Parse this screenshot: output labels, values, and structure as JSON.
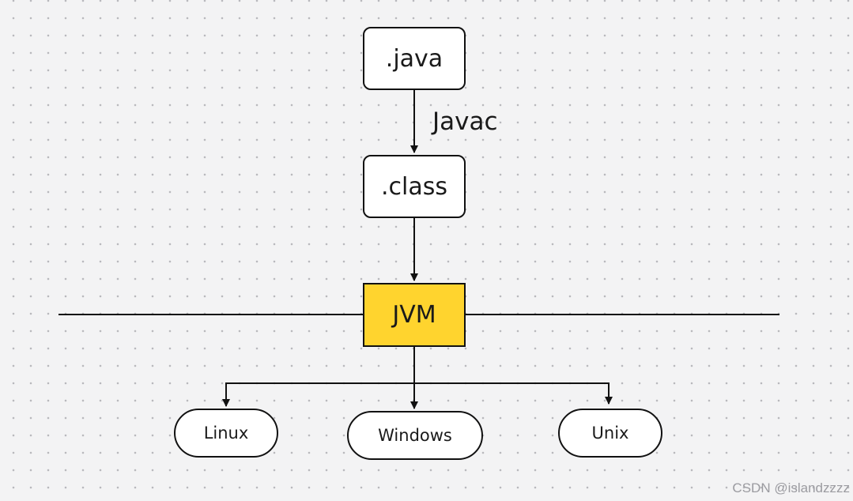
{
  "diagram": {
    "nodes": {
      "java": ".java",
      "class": ".class",
      "jvm": "JVM",
      "linux": "Linux",
      "windows": "Windows",
      "unix": "Unix"
    },
    "edge_labels": {
      "java_to_class": "Javac"
    },
    "colors": {
      "jvm_fill": "#ffd42e",
      "stroke": "#111111",
      "background": "#f3f3f4"
    }
  },
  "watermark": "CSDN @islandzzzz"
}
